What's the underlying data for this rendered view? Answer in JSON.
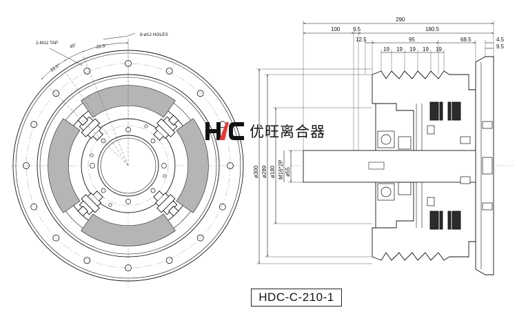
{
  "brand": {
    "name": "优旺离合器",
    "logo_text": "HAC",
    "logo_colors": [
      "#111111",
      "#e53935"
    ]
  },
  "model_label": "HDC-C-210-1",
  "front_view": {
    "notes": {
      "tap": "2-M12 TAP",
      "holes": "8-ø12 HOLES"
    },
    "angles": {
      "a1": "45°",
      "a2": "22.5°",
      "a3": "22.5°"
    }
  },
  "side_view": {
    "dims_horizontal": {
      "overall": "290",
      "d100": "100",
      "d9_5_left": "9.5",
      "d180_5": "180.5",
      "d12_5": "12.5",
      "d95": "95",
      "d68_5": "68.5",
      "d4_5": "4.5",
      "d9_5_right": "9.5",
      "groove_pitch": [
        "19",
        "19",
        "19",
        "19",
        "19"
      ]
    },
    "dims_vertical": [
      "ø300",
      "ø289",
      "ø180",
      "M16*2P",
      "ø55"
    ]
  }
}
